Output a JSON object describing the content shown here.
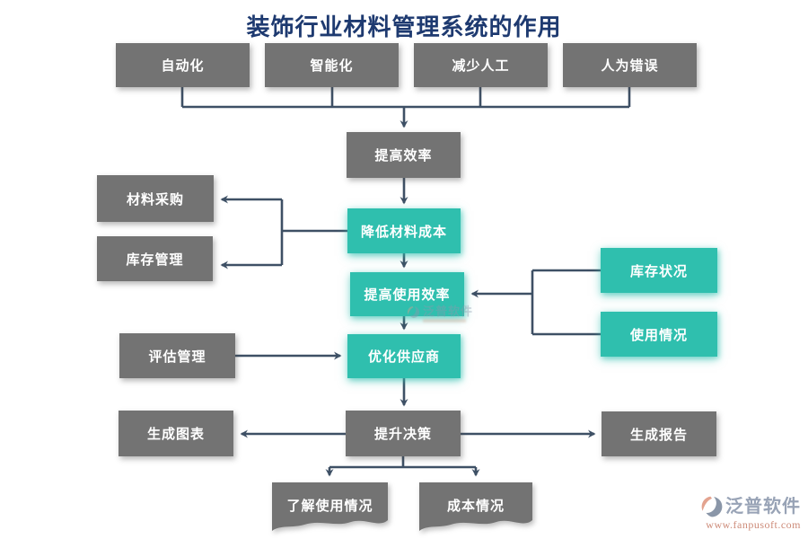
{
  "title": "装饰行业材料管理系统的作用",
  "colors": {
    "node_gray": "#737373",
    "node_teal": "#2fbfae",
    "connector": "#3e5065",
    "title_text": "#1e3a70",
    "node_text": "#ffffff",
    "logo_slate": "#98a3b6",
    "logo_orange": "#cd8b79"
  },
  "nodes": {
    "automation": {
      "label": "自动化",
      "type": "gray"
    },
    "intelligence": {
      "label": "智能化",
      "type": "gray"
    },
    "reduce_labor": {
      "label": "减少人工",
      "type": "gray"
    },
    "human_error": {
      "label": "人为错误",
      "type": "gray"
    },
    "improve_efficiency": {
      "label": "提高效率",
      "type": "gray"
    },
    "material_procurement": {
      "label": "材料采购",
      "type": "gray"
    },
    "inventory_management": {
      "label": "库存管理",
      "type": "gray"
    },
    "reduce_material_cost": {
      "label": "降低材料成本",
      "type": "teal"
    },
    "improve_usage_efficiency": {
      "label": "提高使用效率",
      "type": "teal"
    },
    "inventory_status": {
      "label": "库存状况",
      "type": "teal"
    },
    "usage_status": {
      "label": "使用情况",
      "type": "teal"
    },
    "evaluation_management": {
      "label": "评估管理",
      "type": "gray"
    },
    "optimize_suppliers": {
      "label": "优化供应商",
      "type": "teal"
    },
    "generate_charts": {
      "label": "生成图表",
      "type": "gray"
    },
    "improve_decision": {
      "label": "提升决策",
      "type": "gray"
    },
    "generate_reports": {
      "label": "生成报告",
      "type": "gray"
    },
    "understand_usage": {
      "label": "了解使用情况",
      "type": "gray-document"
    },
    "cost_status": {
      "label": "成本情况",
      "type": "gray-document"
    }
  },
  "edges": [
    "自动化/智能化/减少人工/人为错误 → 提高效率",
    "提高效率 → 降低材料成本",
    "降低材料成本 → 材料采购",
    "降低材料成本 → 库存管理",
    "降低材料成本 → 提高使用效率",
    "库存状况/使用情况 → 提高使用效率",
    "提高使用效率 → 优化供应商",
    "评估管理 → 优化供应商",
    "优化供应商 → 提升决策",
    "提升决策 → 生成图表",
    "提升决策 → 生成报告",
    "提升决策 → 了解使用情况",
    "提升决策 → 成本情况"
  ],
  "watermark": {
    "text": "泛普软件"
  },
  "logo": {
    "name": "泛普软件",
    "url": "www.fanpusoft.com"
  }
}
